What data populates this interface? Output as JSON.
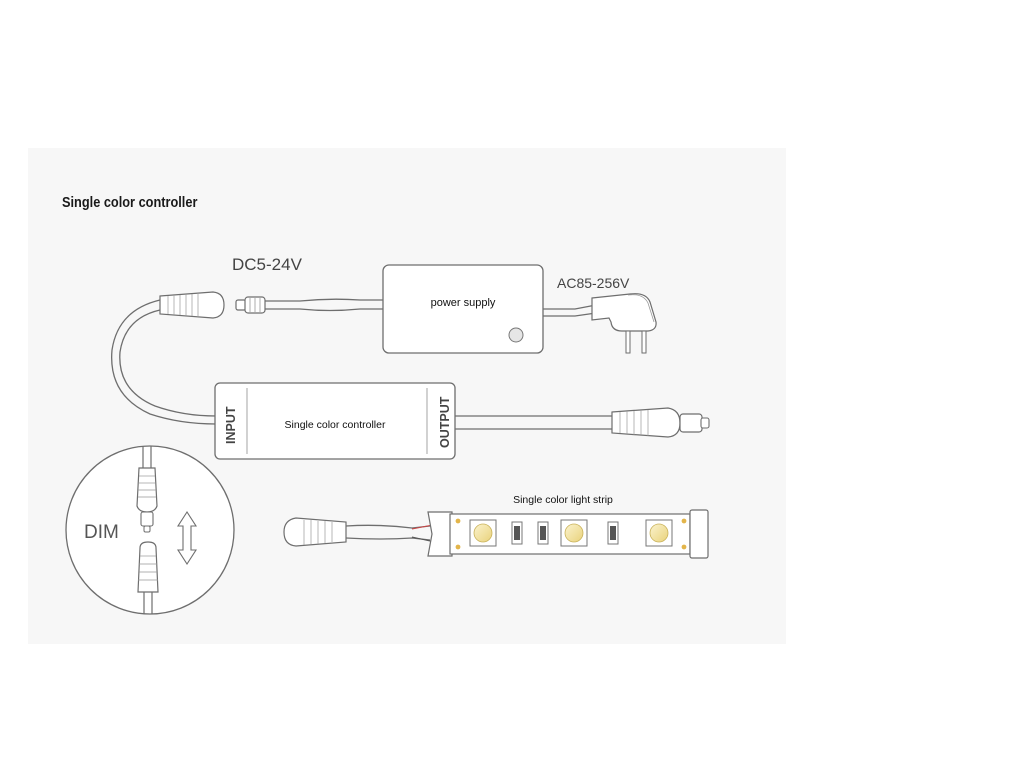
{
  "diagram": {
    "title": "Single color controller",
    "labels": {
      "dc_voltage": "DC5-24V",
      "ac_voltage": "AC85-256V",
      "power_supply": "power supply",
      "controller": "Single color controller",
      "input_port": "INPUT",
      "output_port": "OUTPUT",
      "light_strip": "Single color light strip",
      "dim": "DIM"
    },
    "colors": {
      "line": "#6e6e6e",
      "led_yellow": "#f3e3a0",
      "background_panel": "#f7f7f7"
    }
  }
}
